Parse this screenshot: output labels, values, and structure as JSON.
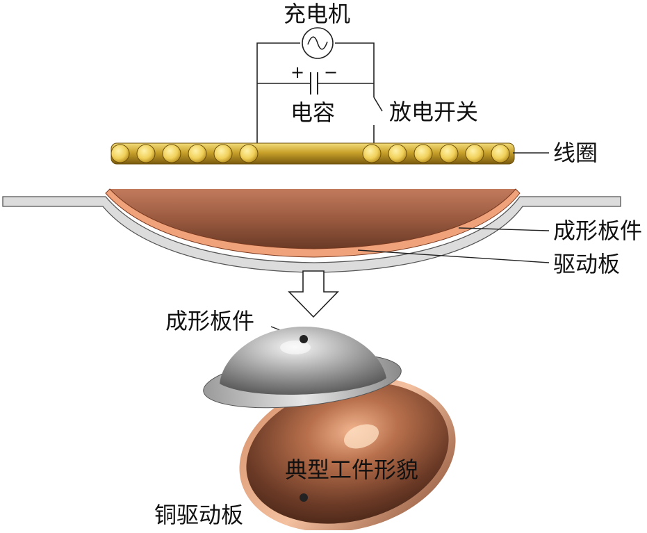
{
  "labels": {
    "charger": "充电机",
    "capacitor": "电容",
    "discharge_switch": "放电开关",
    "coil": "线圈",
    "forming_part": "成形板件",
    "driver_plate": "驱动板",
    "forming_part_photo": "成形板件",
    "typical_part": "典型工件形貌",
    "copper_driver_plate": "铜驱动板"
  },
  "symbols": {
    "plus": "+",
    "minus": "−"
  },
  "colors": {
    "coil_gold": "#d4b13a",
    "coil_dark": "#8a6a10",
    "sheet_gray": "#d8d8d8",
    "sheet_outline": "#555555",
    "copper_layer": "#f0a27a",
    "die_brown": "#7a4a34"
  }
}
